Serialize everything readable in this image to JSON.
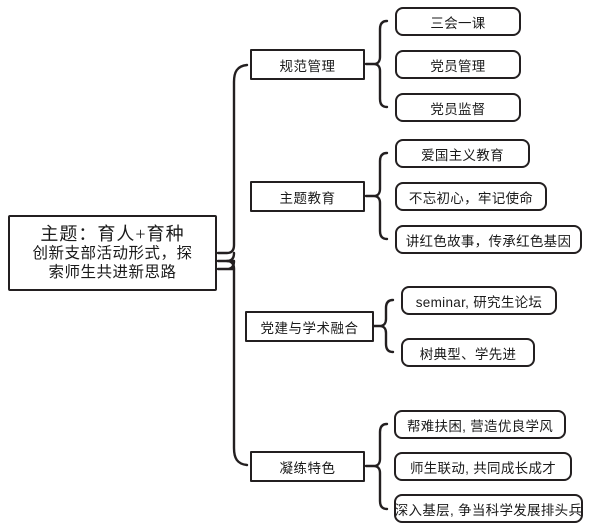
{
  "diagram": {
    "type": "mind-map-tree",
    "orientation": "left-to-right",
    "root": {
      "title": "主题：育人+育种",
      "subtitle_line1": "创新支部活动形式，探",
      "subtitle_line2": "索师生共进新思路"
    },
    "branches": [
      {
        "label": "规范管理",
        "leaves": [
          {
            "label": "三会一课"
          },
          {
            "label": "党员管理"
          },
          {
            "label": "党员监督"
          }
        ]
      },
      {
        "label": "主题教育",
        "leaves": [
          {
            "label": "爱国主义教育"
          },
          {
            "label": "不忘初心，牢记使命"
          },
          {
            "label": "讲红色故事，传承红色基因"
          }
        ]
      },
      {
        "label": "党建与学术融合",
        "leaves": [
          {
            "label": "seminar, 研究生论坛"
          },
          {
            "label": "树典型、学先进"
          }
        ]
      },
      {
        "label": "凝练特色",
        "leaves": [
          {
            "label": "帮难扶困, 营造优良学风"
          },
          {
            "label": "师生联动, 共同成长成才"
          },
          {
            "label": "深入基层, 争当科学发展排头兵"
          }
        ]
      }
    ],
    "colors": {
      "stroke": "#231f20",
      "background": "#ffffff",
      "text": "#1a1a1a"
    }
  }
}
